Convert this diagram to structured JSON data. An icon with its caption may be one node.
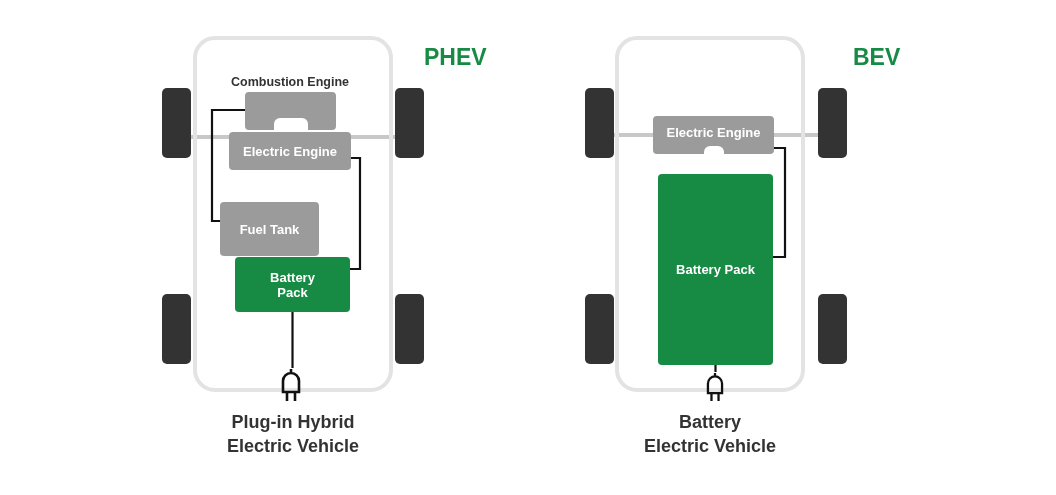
{
  "diagram": {
    "nodes": [
      {
        "text": [
          "PHEV"
        ],
        "beside": [
          "Plug-in Hybrid Electric Vehicle"
        ]
      },
      {
        "text": [
          "Combustion Engine"
        ],
        "in": 0
      },
      {
        "text": [
          "Electric Engine"
        ],
        "in": 0
      },
      {
        "text": [
          "Fuel Tank"
        ],
        "in": 0
      },
      {
        "text": [
          "Battery Pack"
        ],
        "in": 0
      },
      {
        "text": [],
        "shape": "plug"
      },
      {
        "text": [
          "BEV"
        ],
        "beside": [
          "Battery Electric Vehicle"
        ]
      },
      {
        "text": [
          "Electric Engine"
        ],
        "in": 6
      },
      {
        "text": [
          "Battery Pack"
        ],
        "in": 6
      },
      {
        "text": [],
        "shape": "plug"
      }
    ],
    "edges": [
      {
        "from": 1,
        "to": 3,
        "arrow": "none"
      },
      {
        "from": 2,
        "to": 4,
        "arrow": "none"
      },
      {
        "from": 4,
        "to": 5,
        "arrow": "none"
      },
      {
        "from": 7,
        "to": 8,
        "arrow": "none"
      },
      {
        "from": 8,
        "to": 9,
        "arrow": "none"
      }
    ]
  }
}
